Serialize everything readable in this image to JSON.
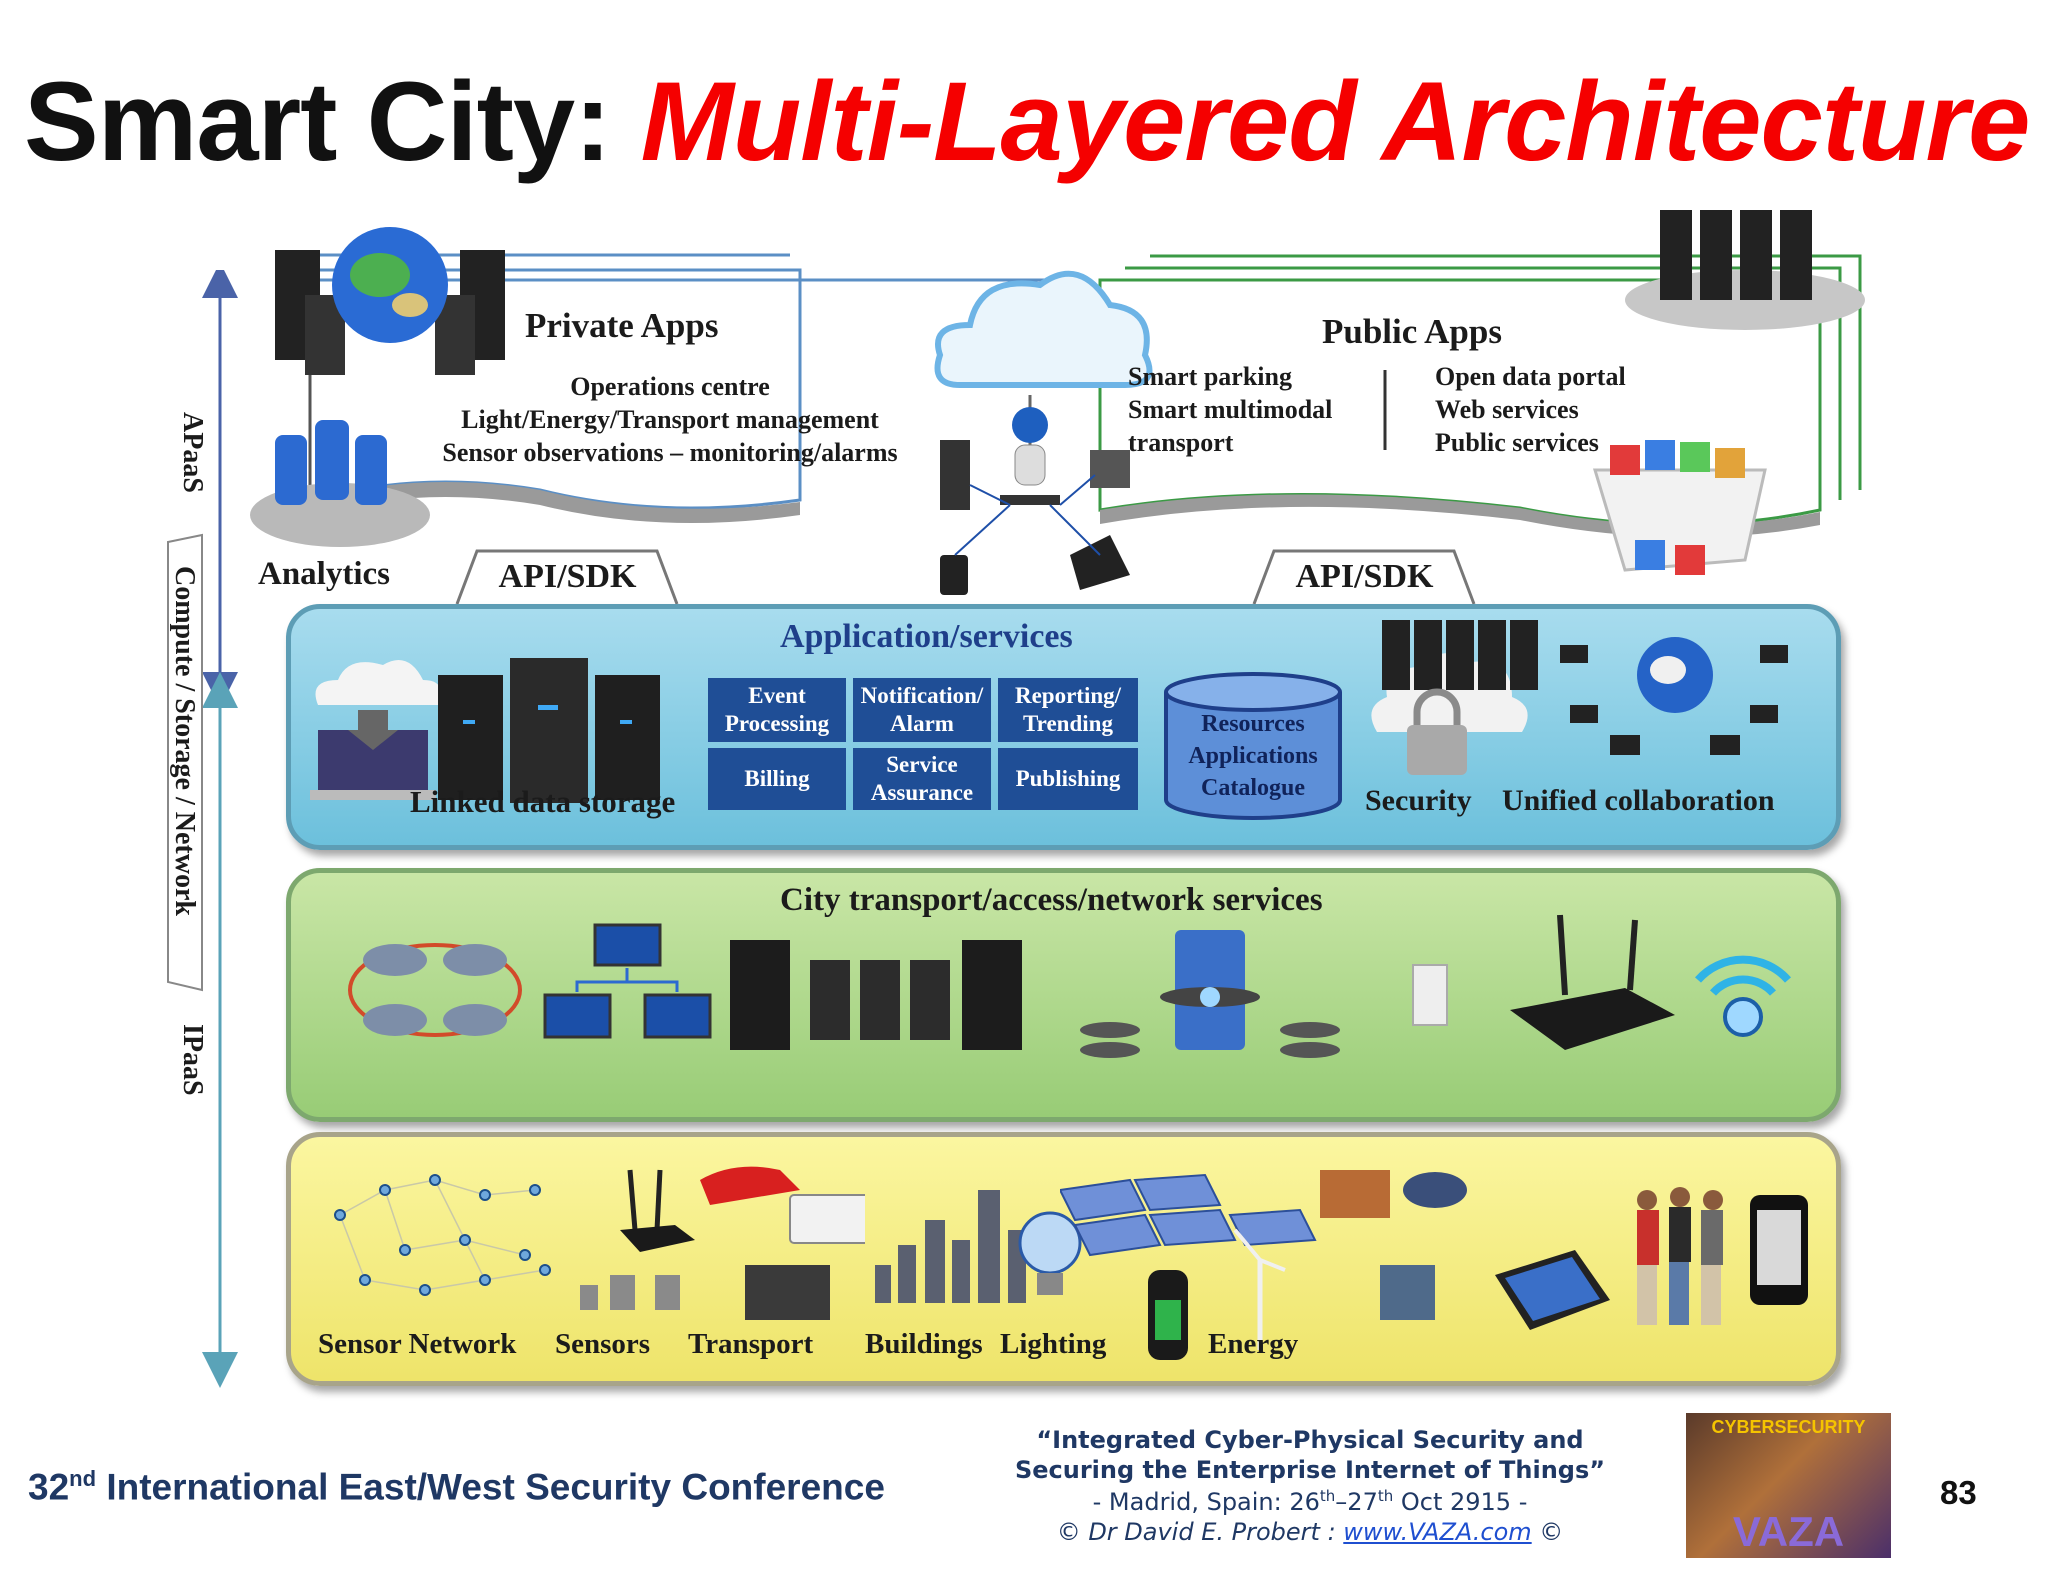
{
  "title": {
    "part1": "Smart City: ",
    "part2": "Multi-Layered Architecture"
  },
  "side": {
    "apaas": "APaaS",
    "compute": "Compute / Storage / Network",
    "ipaas": "IPaaS"
  },
  "private_apps": {
    "heading": "Private Apps",
    "lines": [
      "Operations centre",
      "Light/Energy/Transport  management",
      "Sensor observations – monitoring/alarms"
    ]
  },
  "public_apps": {
    "heading": "Public Apps",
    "left": [
      "Smart parking",
      "Smart multimodal",
      "transport"
    ],
    "right": [
      "Open data portal",
      "Web services",
      "Public services"
    ]
  },
  "analytics": "Analytics",
  "api_left": "API/SDK",
  "api_right": "API/SDK",
  "app_layer": {
    "heading": "Application/services",
    "services": [
      "Event\nProcessing",
      "Notification/\nAlarm",
      "Reporting/\nTrending",
      "Billing",
      "Service\nAssurance",
      "Publishing"
    ],
    "catalogue": [
      "Resources",
      "Applications",
      "Catalogue"
    ],
    "linked": "Linked data storage",
    "security": "Security",
    "collab": "Unified collaboration"
  },
  "net_layer": {
    "heading": "City transport/access/network services"
  },
  "device_layer": {
    "labels": [
      "Sensor Network",
      "Sensors",
      "Transport",
      "Buildings",
      "Lighting",
      "Energy"
    ]
  },
  "footer": {
    "conf_num": "32",
    "conf_sup": "nd",
    "conf_name": " International East/West Security Conference",
    "quote1": "“Integrated Cyber-Physical Security and",
    "quote2": "Securing the Enterprise Internet of Things”",
    "place_a": "- Madrid, Spain: 26",
    "place_sup1": "th",
    "place_b": "–27",
    "place_sup2": "th",
    "place_c": " Oct 2915 -",
    "copy_a": "©  Dr David E. Probert   :  ",
    "copy_link": "www.VAZA.com",
    "copy_b": "  ©",
    "logo_top": "CYBERSECURITY",
    "logo_bottom": "VAZA",
    "page": "83"
  }
}
